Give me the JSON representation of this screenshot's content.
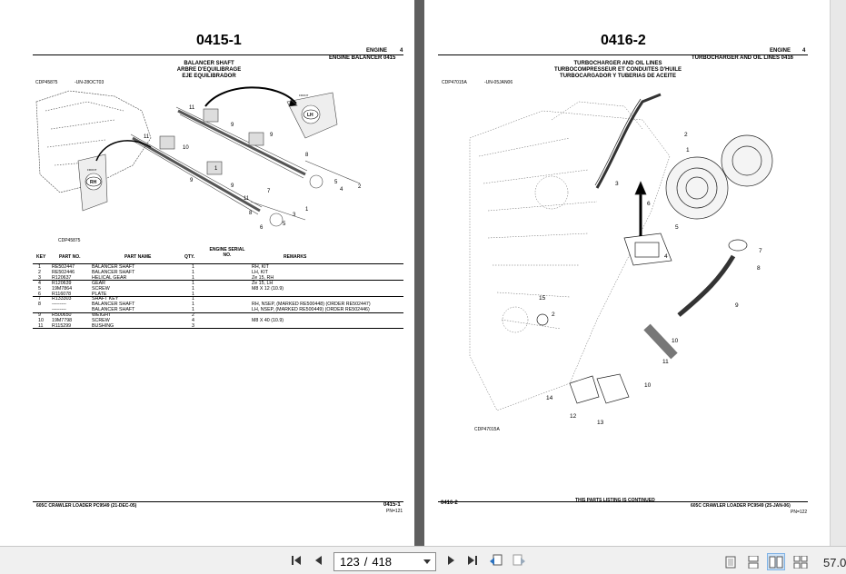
{
  "left_page": {
    "page_title": "0415-1",
    "section": "ENGINE",
    "section_number": "4",
    "subsection": "ENGINE BALANCER 0415",
    "heading": [
      "BALANCER SHAFT",
      "ARBRE D'EQUILIBRAGE",
      "EJE EQUILIBRADOR"
    ],
    "figure_id": "CDP45875",
    "figure_date": "-UN-28OCT03",
    "figure_caption": "CDP45875",
    "callouts": [
      "1",
      "2",
      "3",
      "4",
      "5",
      "6",
      "7",
      "8",
      "9",
      "10",
      "11"
    ],
    "badge_lh": "LH",
    "badge_rh": "RH",
    "badge_small": "FRONT",
    "columns": {
      "key": "KEY",
      "part_no": "PART NO.",
      "part_name": "PART NAME",
      "qty": "QTY.",
      "serial": "ENGINE SERIAL NO.",
      "remarks": "REMARKS"
    },
    "rows": [
      {
        "key": "1",
        "part_no": "RE502447",
        "name": "BALANCER SHAFT",
        "qty": "1",
        "remarks": "RH, KIT"
      },
      {
        "key": "2",
        "part_no": "RE502446",
        "name": "BALANCER SHAFT",
        "qty": "1",
        "remarks": "LH, KIT"
      },
      {
        "key": "3",
        "part_no": "R120637",
        "name": "HELICAL GEAR",
        "qty": "1",
        "remarks": "Ze 15, RH"
      },
      {
        "key": "4",
        "part_no": "R120639",
        "name": "GEAR",
        "qty": "1",
        "remarks": "Ze 15, LH"
      },
      {
        "key": "5",
        "part_no": "19M7864",
        "name": "SCREW",
        "qty": "1",
        "remarks": "M8 X 12 (10.9)"
      },
      {
        "key": "6",
        "part_no": "R116078",
        "name": "PLATE",
        "qty": "1",
        "remarks": ""
      },
      {
        "key": "7",
        "part_no": "R133303",
        "name": "SHAFT KEY",
        "qty": "1",
        "remarks": ""
      },
      {
        "key": "8",
        "part_no": "---------",
        "name": "BALANCER SHAFT",
        "qty": "1",
        "remarks": "RH, NSEP, (MARKED RE500448) (ORDER RE502447)"
      },
      {
        "key": "",
        "part_no": "---------",
        "name": "BALANCER SHAFT",
        "qty": "1",
        "remarks": "LH, NSEP, (MARKED RE500449) (ORDER RE502446)"
      },
      {
        "key": "9",
        "part_no": "R500650",
        "name": "WEIGHT",
        "qty": "2",
        "remarks": ""
      },
      {
        "key": "10",
        "part_no": "19M7798",
        "name": "SCREW",
        "qty": "4",
        "remarks": "M8 X 40 (10.9)"
      },
      {
        "key": "11",
        "part_no": "R115299",
        "name": "BUSHING",
        "qty": "3",
        "remarks": ""
      }
    ],
    "footer_left": "605C CRAWLER LOADER   PC9549   (21-DEC-05)",
    "footer_right": "0415-1",
    "footer_sub": "PN=121"
  },
  "right_page": {
    "page_title": "0416-2",
    "section": "ENGINE",
    "section_number": "4",
    "subsection": "TURBOCHARGER AND OIL LINES 0416",
    "heading": [
      "TURBOCHARGER AND OIL LINES",
      "TURBOCOMPRESSEUR ET CONDUITES D'HUILE",
      "TURBOCARGADOR Y TUBERIAS DE ACEITE"
    ],
    "figure_id": "CDP47015A",
    "figure_date": "-UN-05JAN06",
    "figure_caption": "CDP47015A",
    "callouts": [
      "1",
      "2",
      "3",
      "4",
      "5",
      "6",
      "7",
      "8",
      "9",
      "10",
      "11",
      "10",
      "12",
      "13",
      "14",
      "15",
      "2"
    ],
    "footer_left": "0416-2",
    "footer_center": "THIS PARTS LISTING IS CONTINUED",
    "footer_right": "605C CRAWLER LOADER   PC9549   (25-JAN-06)",
    "footer_sub": "PN=122"
  },
  "toolbar": {
    "first_page": "first-page",
    "prev_page": "prev-page",
    "current_page": "123",
    "separator": "/",
    "total_pages": "418",
    "next_page": "next-page",
    "last_page": "last-page",
    "zoom": "57.0"
  }
}
